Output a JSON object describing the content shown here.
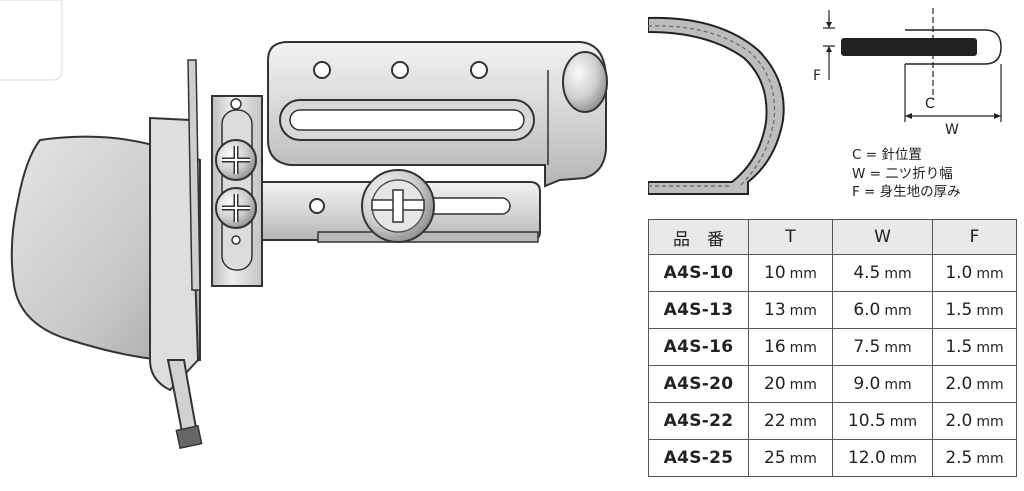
{
  "diagram_labels": {
    "c": "C",
    "w": "W",
    "f": "F"
  },
  "legend": [
    "C = 針位置",
    "W = 二ツ折り幅",
    "F = 身生地の厚み"
  ],
  "table": {
    "headers": [
      "品　番",
      "T",
      "W",
      "F"
    ],
    "unit": "mm",
    "rows": [
      {
        "model": "A4S-10",
        "t": "10",
        "w": "4.5",
        "f": "1.0"
      },
      {
        "model": "A4S-13",
        "t": "13",
        "w": "6.0",
        "f": "1.5"
      },
      {
        "model": "A4S-16",
        "t": "16",
        "w": "7.5",
        "f": "1.5"
      },
      {
        "model": "A4S-20",
        "t": "20",
        "w": "9.0",
        "f": "2.0"
      },
      {
        "model": "A4S-22",
        "t": "22",
        "w": "10.5",
        "f": "2.0"
      },
      {
        "model": "A4S-25",
        "t": "25",
        "w": "12.0",
        "f": "2.5"
      }
    ]
  }
}
